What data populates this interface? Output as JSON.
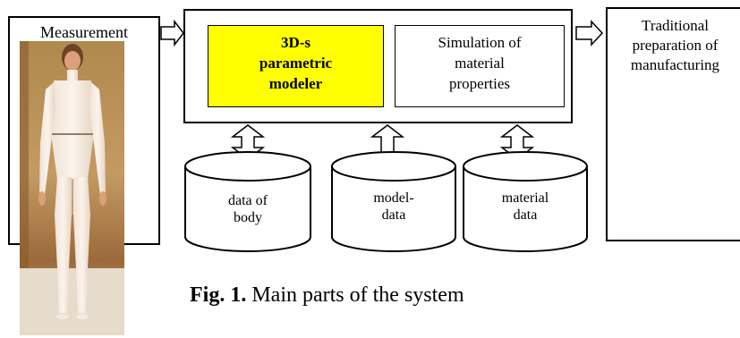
{
  "measurement": {
    "label": "Measurement",
    "photo": "person-in-white-measurement-suit"
  },
  "modeler": {
    "label": "3D-s parametric modeler",
    "lines": [
      "3D-s",
      "parametric",
      "modeler"
    ],
    "color": "#ffff00"
  },
  "simulation": {
    "label": "Simulation of material properties",
    "lines": [
      "Simulation of",
      "material",
      "properties"
    ]
  },
  "traditional": {
    "label": "Traditional preparation of manufacturing",
    "lines": [
      "Traditional",
      "preparation of",
      "manufacturing"
    ]
  },
  "databases": [
    {
      "lines": [
        "data of",
        "body"
      ]
    },
    {
      "lines": [
        "model-",
        "data"
      ]
    },
    {
      "lines": [
        "material",
        "data"
      ]
    }
  ],
  "caption": {
    "prefix": "Fig. 1.",
    "text": " Main parts of the system"
  }
}
